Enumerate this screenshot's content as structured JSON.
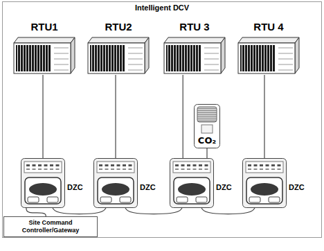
{
  "diagram": {
    "title": "Intelligent DCV",
    "nodes": [
      {
        "text": [
          "RTU1"
        ]
      },
      {
        "text": [
          "RTU2"
        ]
      },
      {
        "text": [
          "RTU 3"
        ]
      },
      {
        "text": [
          "RTU 4"
        ]
      },
      {
        "text": [
          "CO₂"
        ]
      },
      {
        "text": [
          "DZC"
        ]
      },
      {
        "text": [
          "DZC"
        ]
      },
      {
        "text": [
          "DZC"
        ]
      },
      {
        "text": [
          "DZC"
        ]
      },
      {
        "text": [
          "Site Command Controller/Gateway"
        ]
      }
    ],
    "edges": [
      {
        "from": 0,
        "to": 5,
        "arrow": "none"
      },
      {
        "from": 1,
        "to": 6,
        "arrow": "none"
      },
      {
        "from": 2,
        "to": 7,
        "arrow": "none"
      },
      {
        "from": 3,
        "to": 8,
        "arrow": "none"
      },
      {
        "from": 4,
        "to": 7,
        "arrow": "none"
      },
      {
        "from": 5,
        "to": 6,
        "arrow": "none"
      },
      {
        "from": 6,
        "to": 7,
        "arrow": "none"
      },
      {
        "from": 7,
        "to": 8,
        "arrow": "none"
      },
      {
        "from": 9,
        "to": 5,
        "arrow": "none"
      }
    ]
  }
}
